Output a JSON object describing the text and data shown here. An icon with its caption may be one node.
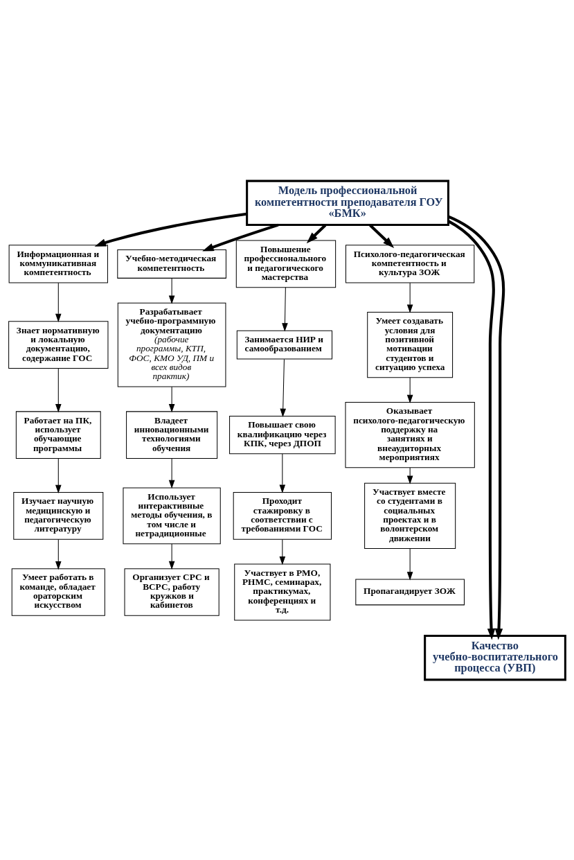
{
  "diagram": {
    "nodes": [
      {
        "text": [
          "Модель профессиональной компетентности преподавателя ГОУ «БМК»"
        ]
      },
      {
        "text": [
          "Информационная и коммуникативная компетентность"
        ]
      },
      {
        "text": [
          "Знает нормативную и локальную документацию, содержание ГОС"
        ]
      },
      {
        "text": [
          "Работает на ПК, использует обучающие программы"
        ]
      },
      {
        "text": [
          "Изучает научную медицинскую и педагогическую литературу"
        ]
      },
      {
        "text": [
          "Умеет работать в команде, обладает ораторским искусством"
        ]
      },
      {
        "text": [
          "Учебно-методическая компетентность"
        ]
      },
      {
        "text": [
          "Разрабатывает учебно-программную документацию",
          "(рабочие программы, КТП, ФОС, КМО УД, ПМ и всех видов практик)"
        ]
      },
      {
        "text": [
          "Владеет инновационными технологиями обучения"
        ]
      },
      {
        "text": [
          "Использует интерактивные методы обучения, в том числе и нетрадиционные"
        ]
      },
      {
        "text": [
          "Организует СРС и ВСРС, работу кружков и кабинетов"
        ]
      },
      {
        "text": [
          "Повышение профессионального и педагогического мастерства"
        ]
      },
      {
        "text": [
          "Занимается НИР и самообразованием"
        ]
      },
      {
        "text": [
          "Повышает свою квалификацию через КПК, через ДПОП"
        ]
      },
      {
        "text": [
          "Проходит стажировку в соответствии с требованиями ГОС"
        ]
      },
      {
        "text": [
          "Участвует в РМО, РНМС, семинарах, практикумах, конференциях и т.д."
        ]
      },
      {
        "text": [
          "Психолого-педагогическая компетентность и культура ЗОЖ"
        ]
      },
      {
        "text": [
          "Умеет создавать условия для позитивной мотивации студентов и ситуацию успеха"
        ]
      },
      {
        "text": [
          "Оказывает психолого-педагогическую поддержку на занятиях и внеаудиторных мероприятиях"
        ]
      },
      {
        "text": [
          "Участвует вместе со студентами в социальных проектах и в волонтерском движении"
        ]
      },
      {
        "text": [
          "Пропагандирует ЗОЖ"
        ]
      },
      {
        "text": [
          "Качество учебно-воспитательного процесса (УВП)"
        ]
      }
    ],
    "edges": [
      {
        "from": 0,
        "to": 1,
        "arrow": "to",
        "style": "thick"
      },
      {
        "from": 0,
        "to": 6,
        "arrow": "to",
        "style": "thick"
      },
      {
        "from": 0,
        "to": 11,
        "arrow": "to",
        "style": "thick"
      },
      {
        "from": 0,
        "to": 16,
        "arrow": "to",
        "style": "thick"
      },
      {
        "from": 1,
        "to": 2,
        "arrow": "to"
      },
      {
        "from": 2,
        "to": 3,
        "arrow": "to"
      },
      {
        "from": 3,
        "to": 4,
        "arrow": "to"
      },
      {
        "from": 4,
        "to": 5,
        "arrow": "to"
      },
      {
        "from": 6,
        "to": 7,
        "arrow": "to"
      },
      {
        "from": 7,
        "to": 8,
        "arrow": "to"
      },
      {
        "from": 8,
        "to": 9,
        "arrow": "to"
      },
      {
        "from": 9,
        "to": 10,
        "arrow": "to"
      },
      {
        "from": 11,
        "to": 12,
        "arrow": "to"
      },
      {
        "from": 12,
        "to": 13,
        "arrow": "to"
      },
      {
        "from": 13,
        "to": 14,
        "arrow": "to"
      },
      {
        "from": 14,
        "to": 15,
        "arrow": "to"
      },
      {
        "from": 16,
        "to": 17,
        "arrow": "to"
      },
      {
        "from": 17,
        "to": 18,
        "arrow": "to"
      },
      {
        "from": 18,
        "to": 19,
        "arrow": "to"
      },
      {
        "from": 19,
        "to": 20,
        "arrow": "to"
      },
      {
        "from": 0,
        "to": 21,
        "arrow": "to",
        "style": "thick"
      },
      {
        "from": 0,
        "to": 21,
        "arrow": "to",
        "style": "thick"
      }
    ]
  }
}
